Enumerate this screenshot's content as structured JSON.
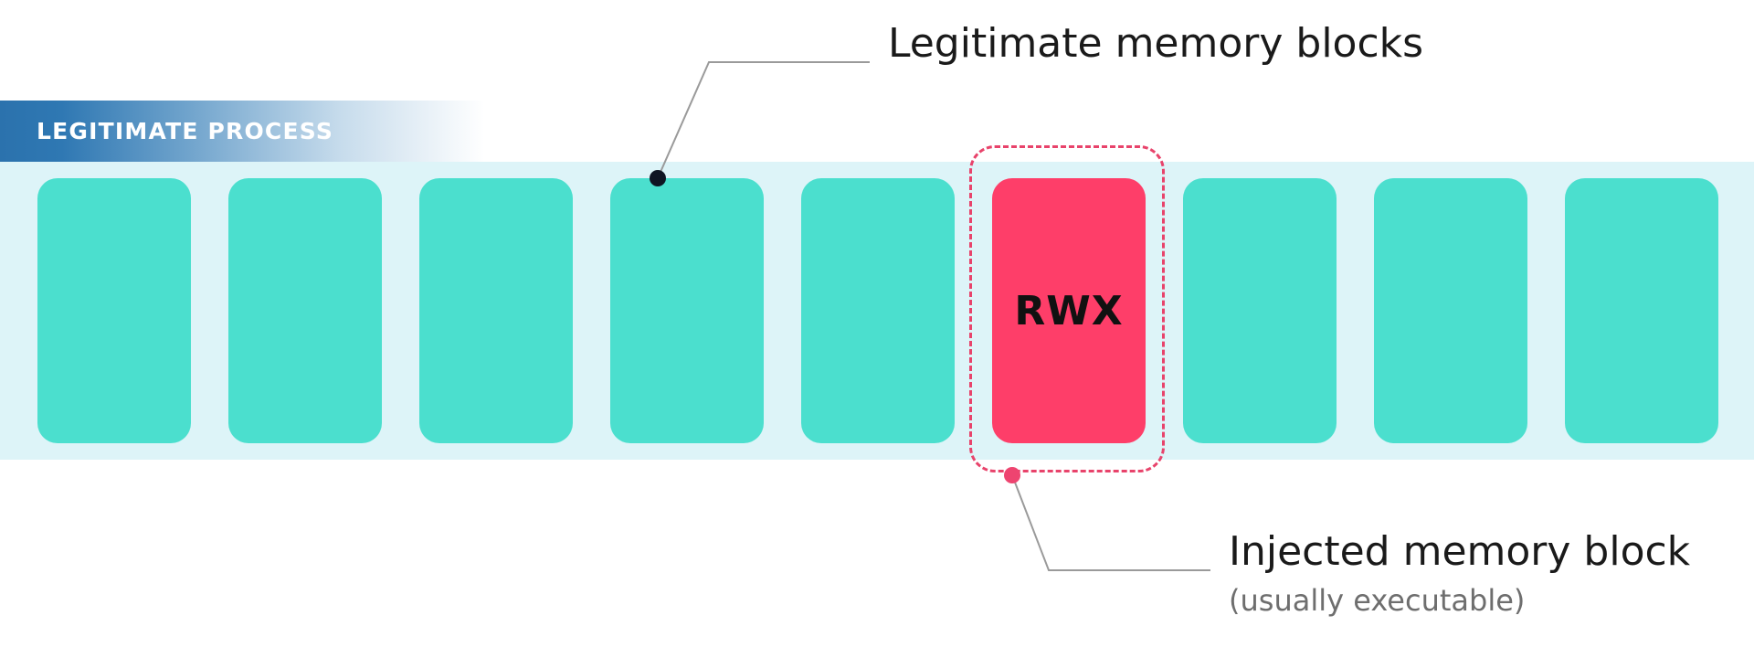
{
  "process_header": {
    "label": "LEGITIMATE PROCESS"
  },
  "memory_blocks": [
    {
      "type": "legitimate",
      "label": ""
    },
    {
      "type": "legitimate",
      "label": ""
    },
    {
      "type": "legitimate",
      "label": ""
    },
    {
      "type": "legitimate",
      "label": ""
    },
    {
      "type": "legitimate",
      "label": ""
    },
    {
      "type": "injected",
      "label": "RWX"
    },
    {
      "type": "legitimate",
      "label": ""
    },
    {
      "type": "legitimate",
      "label": ""
    },
    {
      "type": "legitimate",
      "label": ""
    }
  ],
  "callouts": {
    "legitimate": {
      "title": "Legitimate memory blocks"
    },
    "injected": {
      "title": "Injected memory block",
      "subtitle": "(usually executable)"
    }
  },
  "colors": {
    "header_blue": "#2b72ad",
    "strip_bg": "#ddf4f8",
    "legitimate_block": "#4bdfce",
    "injected_block": "#fe3e69",
    "dashed_outline": "#e8436b",
    "leader_line": "#9a9a9a"
  }
}
